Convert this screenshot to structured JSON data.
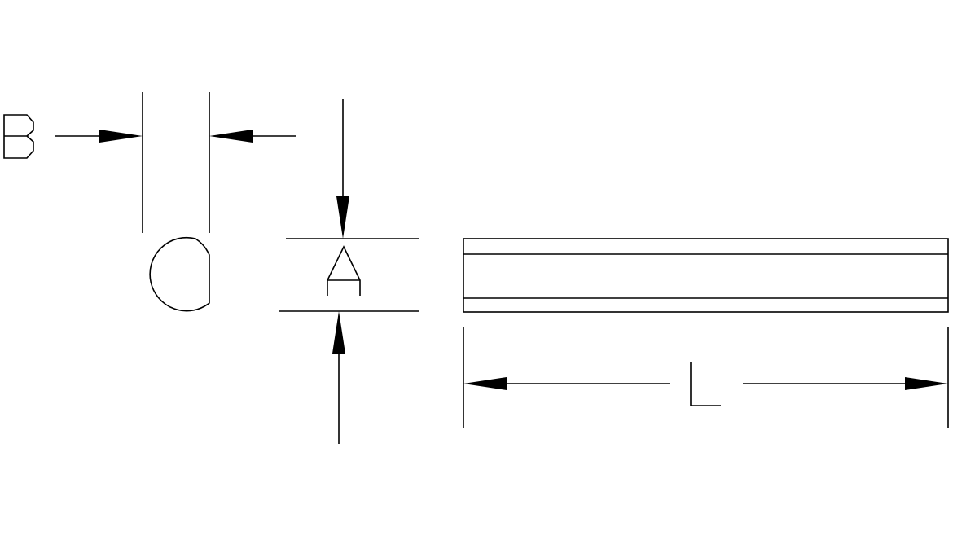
{
  "dimensions": {
    "b": {
      "label": "B"
    },
    "a": {
      "label": "A"
    },
    "l": {
      "label": "L"
    }
  },
  "colors": {
    "line": "#000000",
    "background": "#ffffff"
  }
}
